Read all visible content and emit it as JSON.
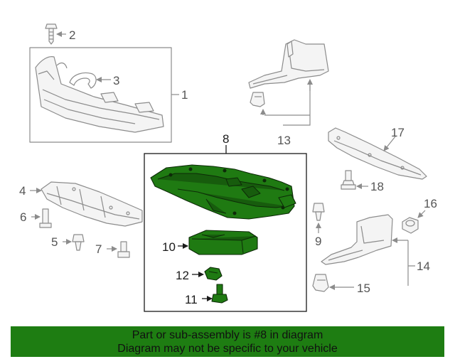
{
  "callouts": {
    "c1": "1",
    "c2": "2",
    "c3": "3",
    "c4": "4",
    "c5": "5",
    "c6": "6",
    "c7": "7",
    "c8": "8",
    "c9": "9",
    "c10": "10",
    "c11": "11",
    "c12": "12",
    "c13": "13",
    "c14": "14",
    "c15": "15",
    "c16": "16",
    "c17": "17",
    "c18": "18"
  },
  "highlight": {
    "part_number": "8",
    "color": "#1e7d12"
  },
  "banner": {
    "line1": "Part or sub-assembly is #8 in diagram",
    "line2": "Diagram may not be specific to your vehicle",
    "color": "#1e7d12"
  }
}
